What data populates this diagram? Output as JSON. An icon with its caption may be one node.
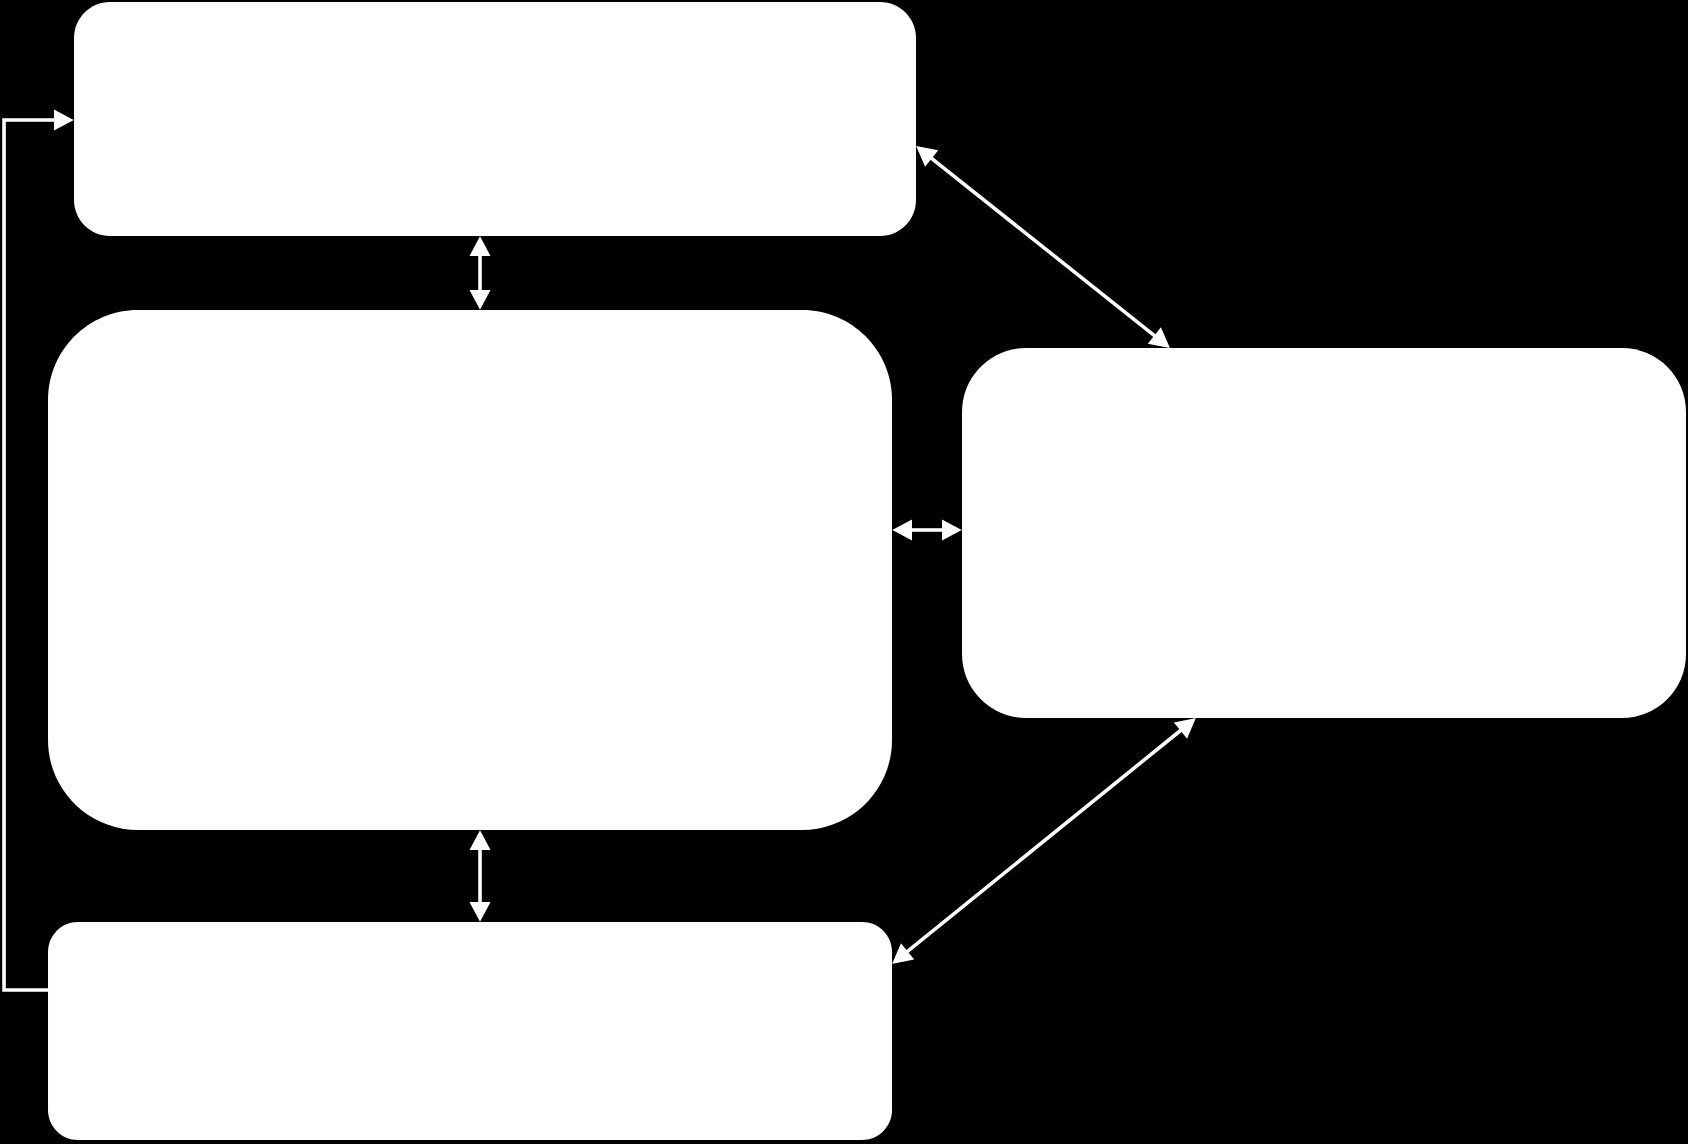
{
  "diagram": {
    "nodes": [
      {
        "text": [],
        "shape": "box"
      },
      {
        "text": [],
        "shape": "box"
      },
      {
        "text": [],
        "shape": "box"
      },
      {
        "text": [],
        "shape": "box"
      }
    ],
    "edges": [
      {
        "from": 0,
        "to": 1,
        "arrow": "both"
      },
      {
        "from": 0,
        "to": 2,
        "arrow": "both"
      },
      {
        "from": 1,
        "to": 2,
        "arrow": "both"
      },
      {
        "from": 1,
        "to": 3,
        "arrow": "both"
      },
      {
        "from": 2,
        "to": 3,
        "arrow": "both"
      },
      {
        "from": 3,
        "to": 0,
        "arrow": "to"
      }
    ]
  }
}
